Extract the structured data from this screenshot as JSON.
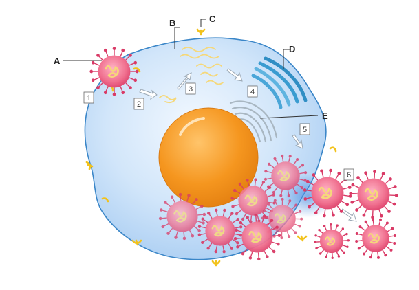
{
  "diagram": {
    "letter_labels": {
      "A": "A",
      "B": "B",
      "C": "C",
      "D": "D",
      "E": "E"
    },
    "step_labels": {
      "s1": "1",
      "s2": "2",
      "s3": "3",
      "s4": "4",
      "s5": "5",
      "s6": "6"
    }
  },
  "colors": {
    "cell_fill": "#bcd8f5",
    "cell_outline": "#3a86c8",
    "nucleus": "#f59a2a",
    "virus_body": "#f06a8a",
    "virus_spike": "#d93a66",
    "rna": "#f5d87a",
    "receptor": "#f2c21b",
    "golgi": "#3a9cd0"
  }
}
